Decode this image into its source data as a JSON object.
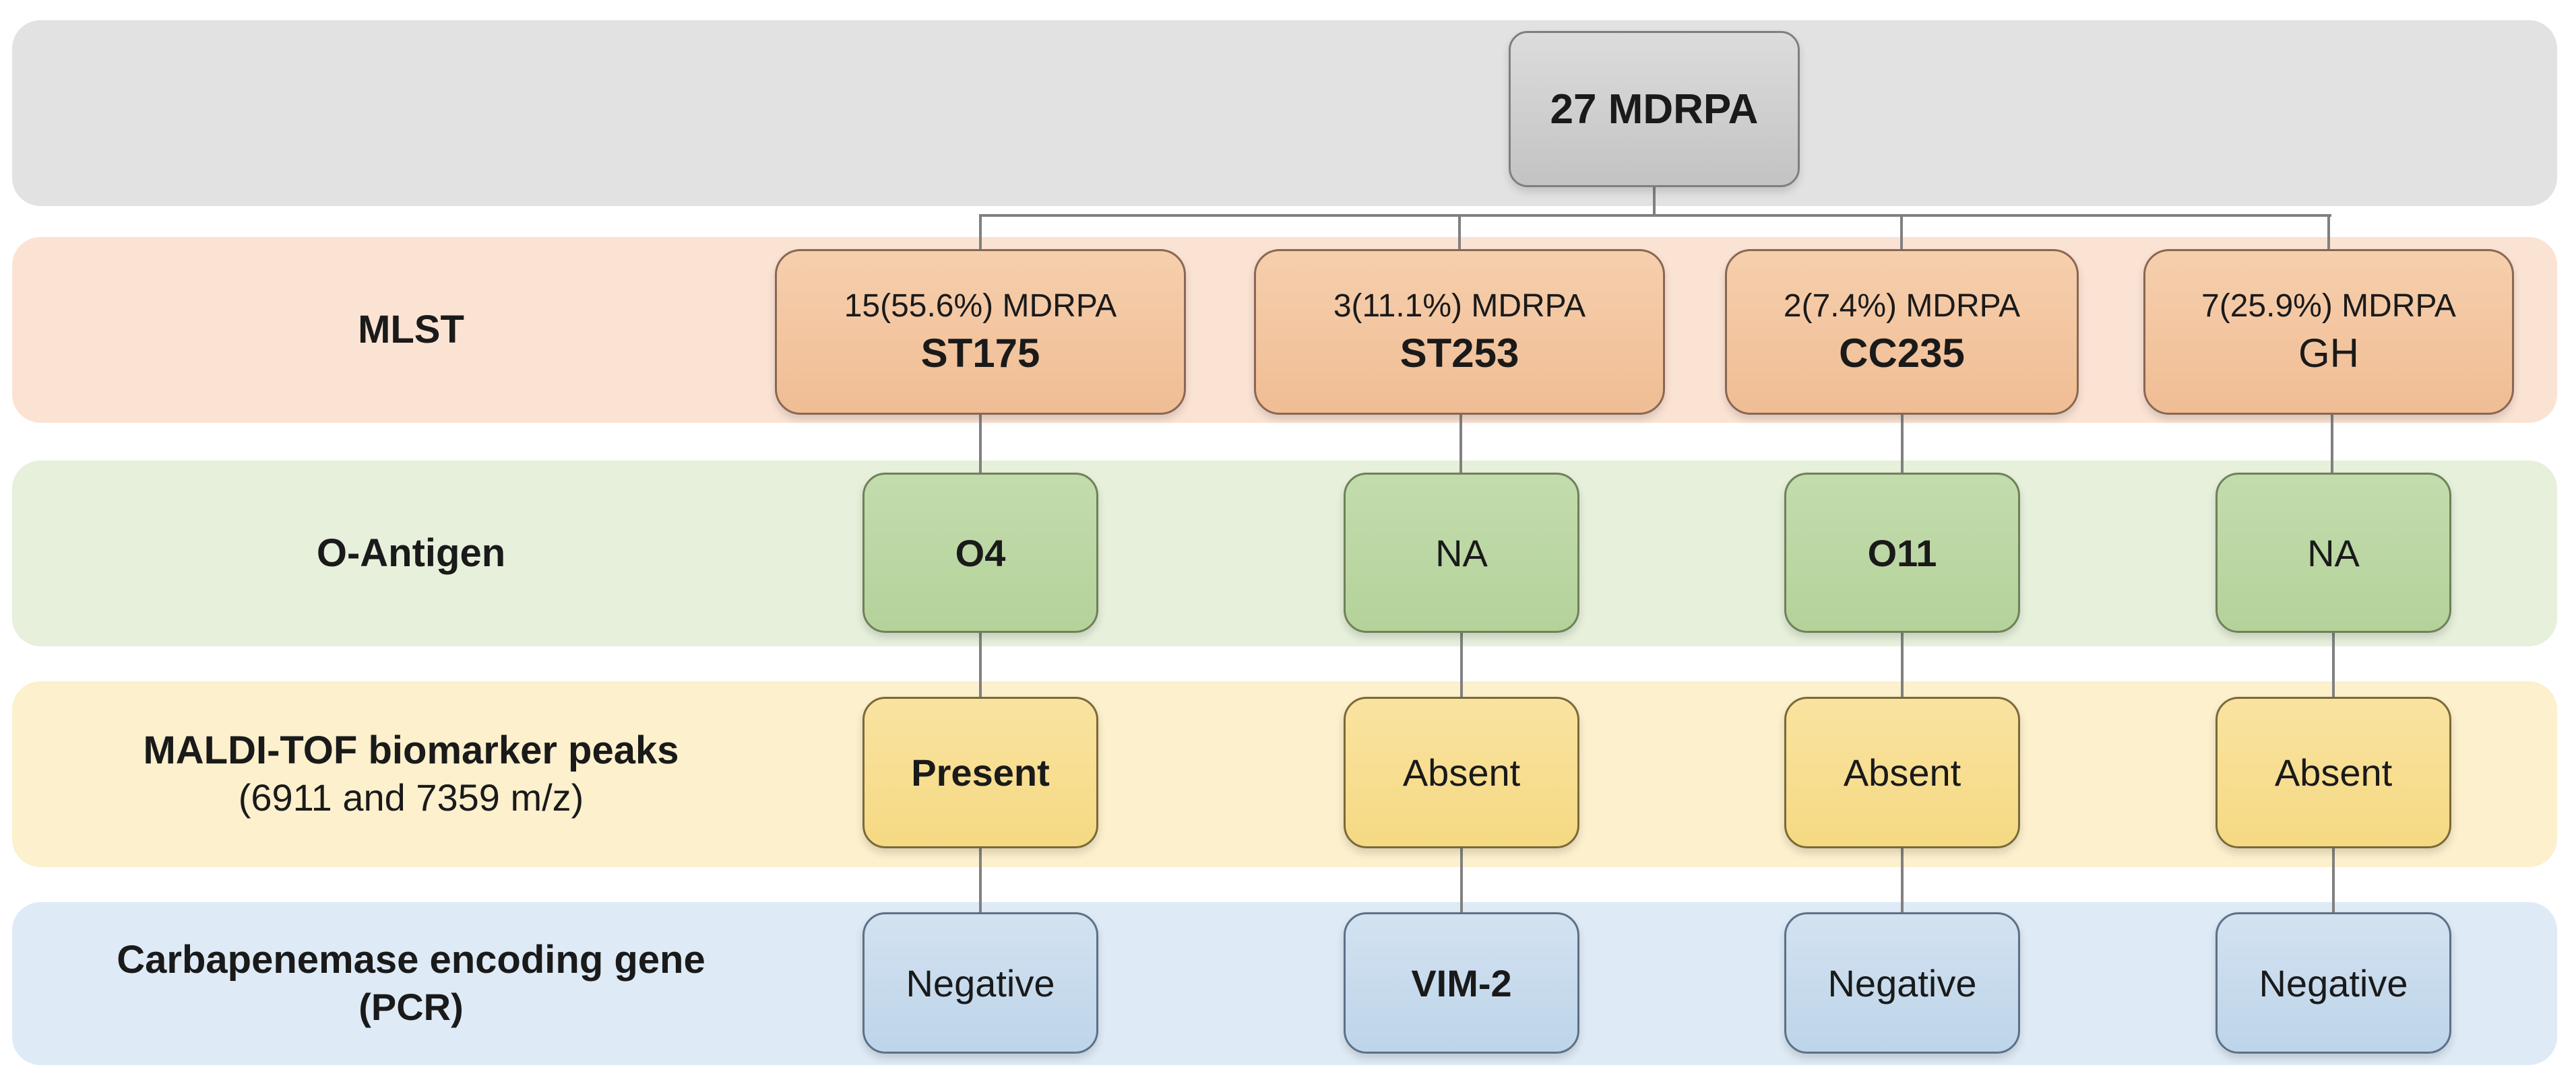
{
  "figure": {
    "root_label": "27 MDRPA",
    "row_labels": {
      "mlst": {
        "line1": "MLST"
      },
      "o_antigen": {
        "line1": "O-Antigen"
      },
      "maldi": {
        "line1": "MALDI-TOF biomarker peaks",
        "line2": "(6911 and 7359 m/z)"
      },
      "pcr": {
        "line1": "Carbapenemase encoding gene",
        "line2": "(PCR)"
      }
    },
    "columns": [
      {
        "mlst_count": "15(55.6%) MDRPA",
        "mlst_type": "ST175",
        "mlst_type_bold": true,
        "o_antigen": "O4",
        "o_antigen_bold": true,
        "maldi": "Present",
        "maldi_bold": true,
        "pcr": "Negative",
        "pcr_bold": false
      },
      {
        "mlst_count": "3(11.1%) MDRPA",
        "mlst_type": "ST253",
        "mlst_type_bold": true,
        "o_antigen": "NA",
        "o_antigen_bold": false,
        "maldi": "Absent",
        "maldi_bold": false,
        "pcr": "VIM-2",
        "pcr_bold": true
      },
      {
        "mlst_count": "2(7.4%) MDRPA",
        "mlst_type": "CC235",
        "mlst_type_bold": true,
        "o_antigen": "O11",
        "o_antigen_bold": true,
        "maldi": "Absent",
        "maldi_bold": false,
        "pcr": "Negative",
        "pcr_bold": false
      },
      {
        "mlst_count": "7(25.9%) MDRPA",
        "mlst_type": "GH",
        "mlst_type_bold": false,
        "o_antigen": "NA",
        "o_antigen_bold": false,
        "maldi": "Absent",
        "maldi_bold": false,
        "pcr": "Negative",
        "pcr_bold": false
      }
    ]
  },
  "colors": {
    "band_gray": "#e2e2e2",
    "band_peach": "#fbe3d4",
    "band_green": "#e6f0db",
    "band_yellow": "#fcf0cd",
    "band_blue": "#deeaf5",
    "border_gray": "#7f7f7f",
    "border_orange": "#8a6752",
    "border_green": "#6f8159",
    "border_yellowln": "#7a6a39",
    "border_blue": "#5b7188",
    "connector": "#808080",
    "text": "#1a1a1a"
  }
}
